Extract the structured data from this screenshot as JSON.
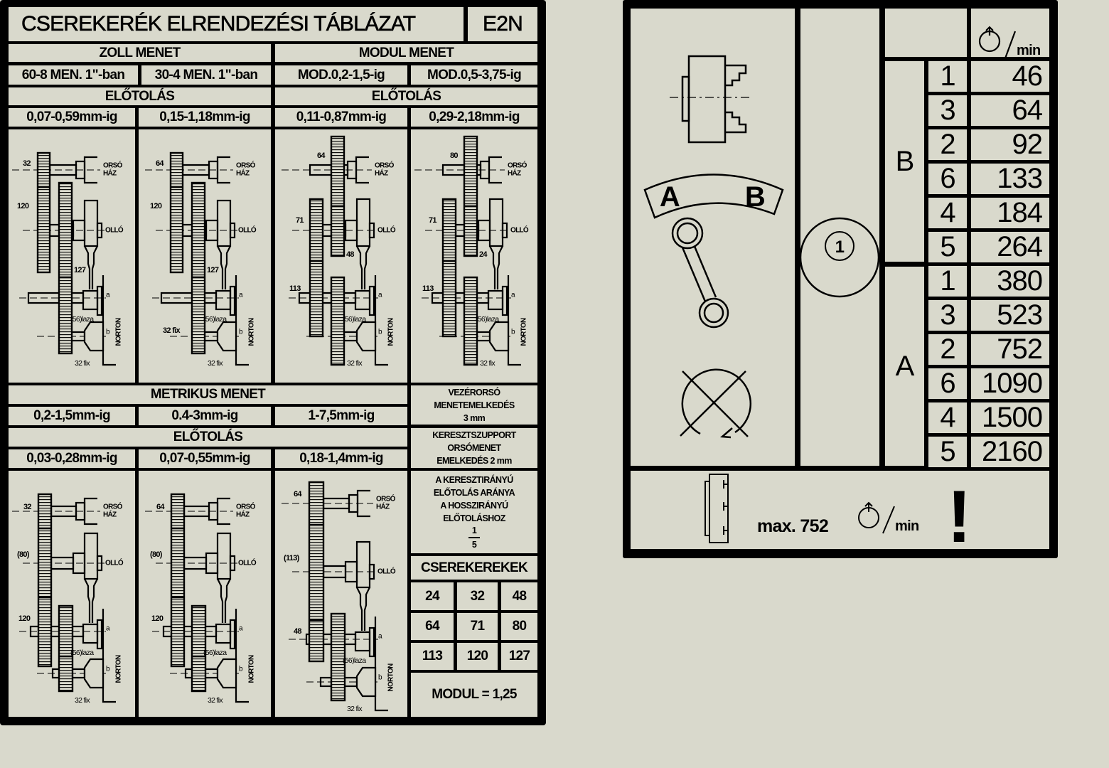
{
  "title": "CSEREKERÉK ELRENDEZÉSI TÁBLÁZAT",
  "model": "E2N",
  "zoll": {
    "header": "ZOLL MENET",
    "ranges": [
      "60-8 MEN. 1\"-ban",
      "30-4 MEN. 1\"-ban"
    ]
  },
  "modul": {
    "header": "MODUL MENET",
    "ranges": [
      "MOD.0,2-1,5-ig",
      "MOD.0,5-3,75-ig"
    ]
  },
  "feed_top": {
    "labels": [
      "ELŐTOLÁS",
      "ELŐTOLÁS"
    ],
    "ranges": [
      "0,07-0,59mm-ig",
      "0,15-1,18mm-ig",
      "0,11-0,87mm-ig",
      "0,29-2,18mm-ig"
    ]
  },
  "diagram_labels": {
    "orso": "ORSÓ",
    "haz": "HÁZ",
    "ollo": "OLLÓ",
    "a": "a",
    "b": "b",
    "laza": "(56)laza",
    "fix": "32 fix",
    "norton": "NORTON"
  },
  "top_diagrams": [
    {
      "gears": [
        "32",
        "120",
        "127"
      ]
    },
    {
      "gears": [
        "64",
        "120",
        "127"
      ],
      "extra": "32  fix"
    },
    {
      "gears": [
        "64",
        "71",
        "48",
        "113"
      ]
    },
    {
      "gears": [
        "80",
        "71",
        "24",
        "113"
      ]
    }
  ],
  "metric": {
    "header": "METRIKUS MENET",
    "ranges": [
      "0,2-1,5mm-ig",
      "0.4-3mm-ig",
      "1-7,5mm-ig"
    ],
    "feed_label": "ELŐTOLÁS",
    "feed_ranges": [
      "0,03-0,28mm-ig",
      "0,07-0,55mm-ig",
      "0,18-1,4mm-ig"
    ]
  },
  "bottom_diagrams": [
    {
      "gears": [
        "32",
        "(80)",
        "120"
      ]
    },
    {
      "gears": [
        "64",
        "(80)",
        "120"
      ]
    },
    {
      "gears": [
        "64",
        "(113)",
        "48"
      ]
    }
  ],
  "notes": {
    "lead": [
      "VEZÉRORSÓ",
      "MENETEMELKEDÉS",
      "3 mm"
    ],
    "cross": [
      "KERESZTSZUPPORT",
      "ORSÓMENET",
      "EMELKEDÉS 2 mm"
    ],
    "ratio": [
      "A KERESZTIRÁNYÚ",
      "ELŐTOLÁS ARÁNYA",
      "A HOSSZIRÁNYÚ",
      "ELŐTOLÁSHOZ"
    ],
    "ratio_num": "1",
    "ratio_den": "5"
  },
  "change_gears": {
    "header": "CSEREKEREKEK",
    "values": [
      "24",
      "32",
      "48",
      "64",
      "71",
      "80",
      "113",
      "120",
      "127"
    ],
    "modul": "MODUL = 1,25"
  },
  "speed_table": {
    "unit": "min",
    "groups": [
      {
        "name": "B",
        "rows": [
          {
            "pos": "1",
            "rpm": "46"
          },
          {
            "pos": "3",
            "rpm": "64"
          },
          {
            "pos": "2",
            "rpm": "92"
          },
          {
            "pos": "6",
            "rpm": "133"
          },
          {
            "pos": "4",
            "rpm": "184"
          },
          {
            "pos": "5",
            "rpm": "264"
          }
        ]
      },
      {
        "name": "A",
        "rows": [
          {
            "pos": "1",
            "rpm": "380"
          },
          {
            "pos": "3",
            "rpm": "523"
          },
          {
            "pos": "2",
            "rpm": "752"
          },
          {
            "pos": "6",
            "rpm": "1090"
          },
          {
            "pos": "4",
            "rpm": "1500"
          },
          {
            "pos": "5",
            "rpm": "2160"
          }
        ]
      }
    ]
  },
  "selector": {
    "a": "A",
    "b": "B",
    "knob": "1"
  },
  "warning": {
    "max": "max. 752",
    "unit": "min",
    "mark": "!"
  }
}
